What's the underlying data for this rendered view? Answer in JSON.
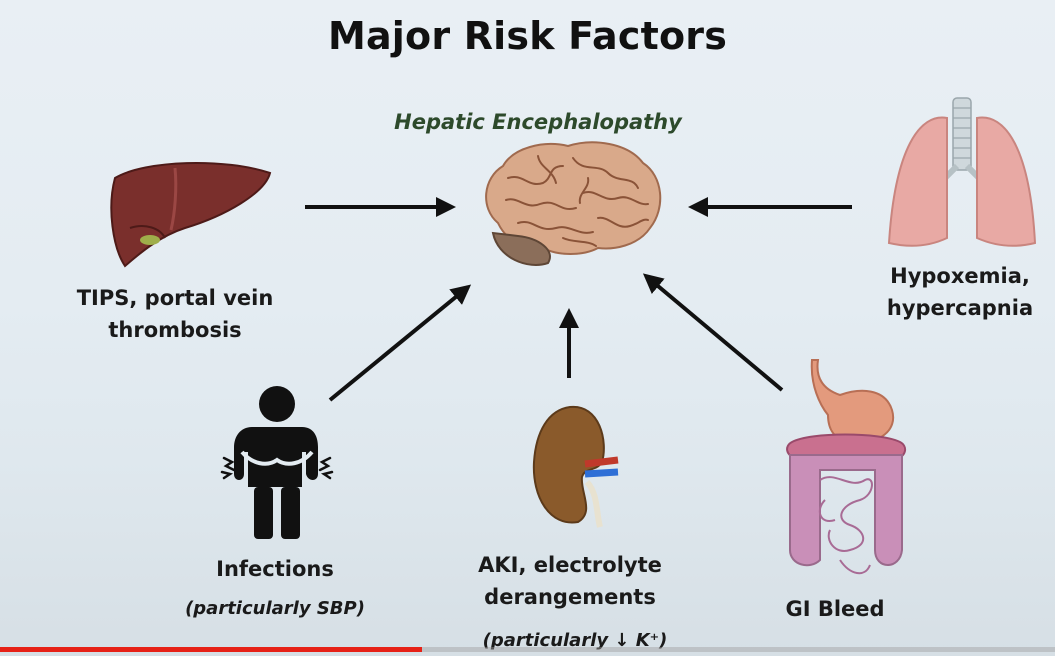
{
  "slide": {
    "title": "Major Risk Factors",
    "center_label": "Hepatic Encephalopathy",
    "factors": [
      {
        "id": "tips",
        "label_line1": "TIPS, portal vein",
        "label_line2": "thrombosis",
        "icon": "liver-icon"
      },
      {
        "id": "hypoxemia",
        "label_line1": "Hypoxemia,",
        "label_line2": "hypercapnia",
        "icon": "lungs-icon"
      },
      {
        "id": "infections",
        "label": "Infections",
        "note": "(particularly SBP)",
        "icon": "person-in-pain-icon"
      },
      {
        "id": "aki",
        "label_line1": "AKI, electrolyte",
        "label_line2": "derangements",
        "note": "(particularly ↓ K⁺)",
        "icon": "kidney-icon"
      },
      {
        "id": "gi",
        "label": "GI Bleed",
        "icon": "stomach-intestines-icon"
      }
    ]
  },
  "video": {
    "progress_fraction": 0.4,
    "progress_color": "#e62117"
  },
  "colors": {
    "arrow": "#111111",
    "subtitle": "#2d4a2b",
    "liver": "#7a2f2c",
    "lung": "#e8a9a4",
    "kidney": "#8a5a2b",
    "brain": "#d9a98a",
    "gut": "#c98fb8"
  }
}
